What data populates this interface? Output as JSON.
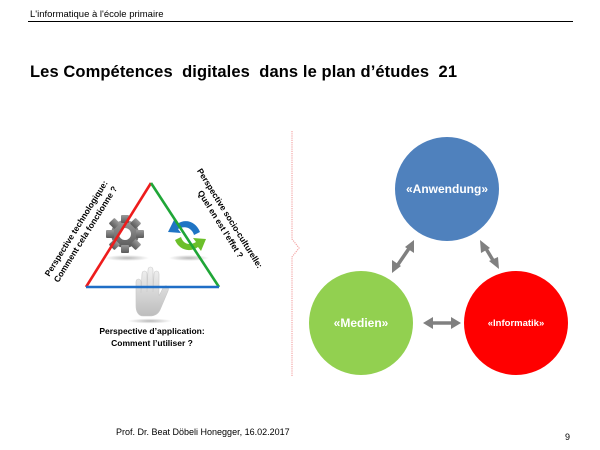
{
  "header": {
    "title": "L'informatique  à l'école  primaire"
  },
  "slide": {
    "title": "Les Compétences  digitales  dans le plan d’études  21"
  },
  "left_diagram": {
    "perspectives": [
      {
        "id": "technologique",
        "line1": "Perspective technologique:",
        "line2": "Comment cela fonctionne ?",
        "edge_color": "#ee1c1c",
        "icon": "gear-icon"
      },
      {
        "id": "socio-culturelle",
        "line1": "Perspective socio-culturelle:",
        "line2": "Quel en est l'effet ?",
        "edge_color": "#1fa637",
        "icon": "cycle-arrows-icon"
      },
      {
        "id": "application",
        "line1": "Perspective d’application:",
        "line2": "Comment l’utiliser ?",
        "edge_color": "#1f6ec6",
        "icon": "hand-icon"
      }
    ]
  },
  "right_diagram": {
    "circles": [
      {
        "id": "anwendung",
        "label": "«Anwendung»",
        "color": "#4f81bd"
      },
      {
        "id": "medien",
        "label": "«Medien»",
        "color": "#92d050"
      },
      {
        "id": "informatik",
        "label": "«Informatik»",
        "color": "#ff0000"
      }
    ],
    "arrow_color": "#808080"
  },
  "divider_color": "#f4a6a6",
  "footer": {
    "author": "Prof. Dr. Beat Döbeli Honegger, 16.02.2017",
    "page_number": "9"
  }
}
